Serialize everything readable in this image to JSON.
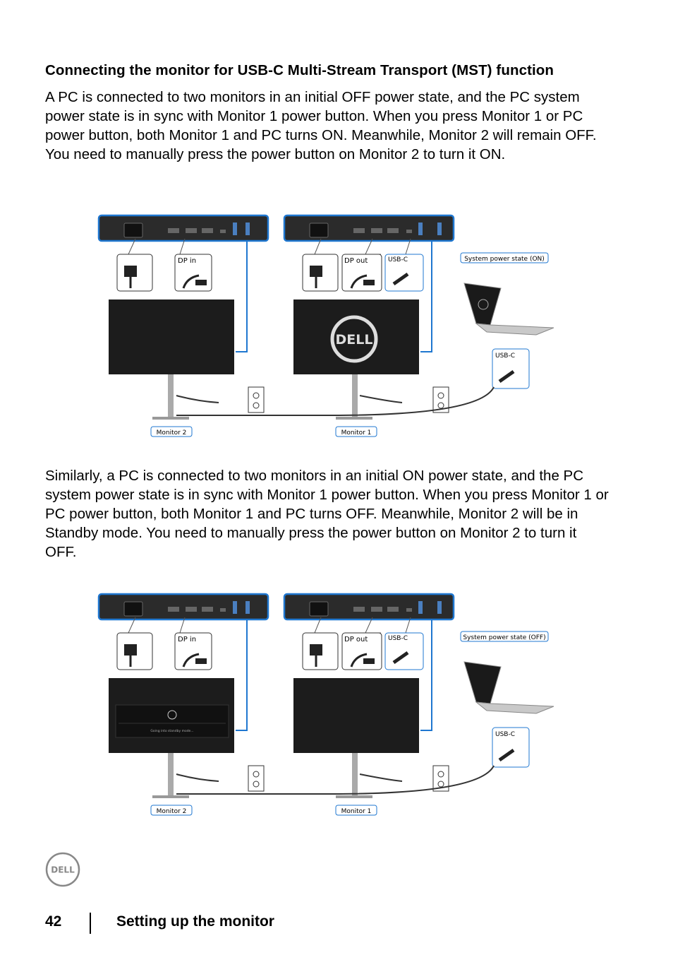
{
  "heading": "Connecting the monitor for USB-C Multi-Stream Transport (MST) function",
  "paragraph_1": "A PC is connected to two monitors in an initial OFF power state, and the PC system power state is in sync with Monitor 1 power button. When you press Monitor 1 or PC power button, both Monitor 1 and PC turns ON. Meanwhile, Monitor 2 will remain OFF. You need to manually press the power button on Monitor 2 to turn it ON.",
  "paragraph_2": "Similarly, a PC is connected to two monitors in an initial ON power state, and the PC system power state is in sync with Monitor 1 power button. When you press Monitor 1 or PC power button, both Monitor 1 and PC turns OFF. Meanwhile, Monitor 2 will be in Standby mode. You need to manually press the power button on Monitor 2 to turn it OFF.",
  "figure_1": {
    "dp_in": "DP in",
    "dp_out": "DP out",
    "usb_c_monitor": "USB-C",
    "usb_c_laptop": "USB-C",
    "system_power_state": "System power state (ON)",
    "monitor_2_label": "Monitor 2",
    "monitor_1_label": "Monitor 1",
    "screen_logo": "DELL"
  },
  "figure_2": {
    "dp_in": "DP in",
    "dp_out": "DP out",
    "usb_c_monitor": "USB-C",
    "usb_c_laptop": "USB-C",
    "system_power_state": "System power state (OFF)",
    "monitor_2_label": "Monitor 2",
    "monitor_1_label": "Monitor 1",
    "standby_message": "Going into standby mode..."
  },
  "footer": {
    "logo": "DELL",
    "page_number": "42",
    "section_title": "Setting up the monitor"
  },
  "colors": {
    "accent_blue": "#1f77d0",
    "monitor_black": "#1c1c1c"
  },
  "icons": [
    "dell-logo-icon",
    "power-plug-icon",
    "dp-cable-icon",
    "usb-c-cable-icon",
    "wall-outlet-icon",
    "laptop-icon"
  ]
}
